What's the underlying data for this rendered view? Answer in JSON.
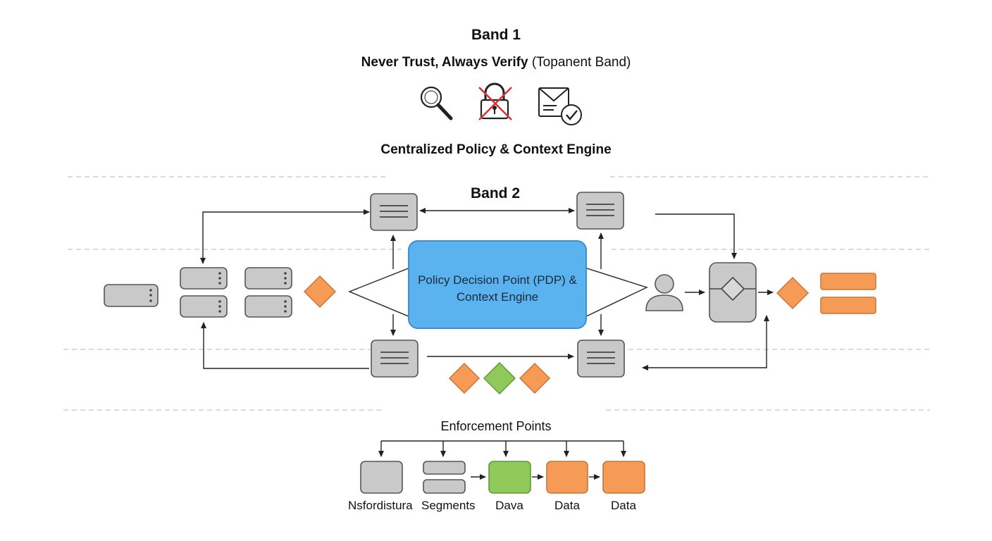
{
  "band1": {
    "title": "Band 1",
    "subtitle_strong": "Never Trust, Always Verify",
    "subtitle_rest": " (Topanent Band)",
    "icons": [
      "magnifier-icon",
      "crossed-lock-icon",
      "verified-document-icon"
    ],
    "engine_heading": "Centralized Policy & Context Engine"
  },
  "band2": {
    "title": "Band 2",
    "pdp_label": "Policy Decision Point (PDP) & Context Engine"
  },
  "enforcement": {
    "title": "Enforcement Points",
    "labels": [
      "Nsfordistura",
      "Segments",
      "Dava",
      "Data",
      "Data"
    ]
  },
  "colors": {
    "pdp_fill": "#5ab2ee",
    "pdp_stroke": "#3e8fd0",
    "node_fill": "#c9c9c9",
    "node_stroke": "#555555",
    "orange": "#f59b55",
    "orange_stroke": "#c9743a",
    "green": "#8ec95a",
    "green_stroke": "#5f9a38",
    "lock_cross": "#d9303a",
    "separator": "#cfcfcf"
  }
}
